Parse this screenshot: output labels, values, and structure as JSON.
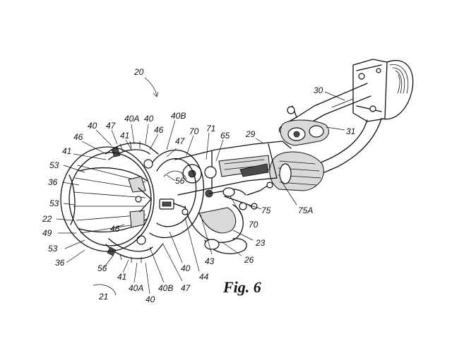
{
  "figure": {
    "caption": "Fig. 6",
    "labels": [
      {
        "text": "20"
      },
      {
        "text": "30"
      },
      {
        "text": "29"
      },
      {
        "text": "31"
      },
      {
        "text": "40"
      },
      {
        "text": "47"
      },
      {
        "text": "40A"
      },
      {
        "text": "40"
      },
      {
        "text": "40B"
      },
      {
        "text": "46"
      },
      {
        "text": "41"
      },
      {
        "text": "46"
      },
      {
        "text": "70"
      },
      {
        "text": "71"
      },
      {
        "text": "65"
      },
      {
        "text": "41"
      },
      {
        "text": "47"
      },
      {
        "text": "53"
      },
      {
        "text": "36"
      },
      {
        "text": "56"
      },
      {
        "text": "53"
      },
      {
        "text": "22"
      },
      {
        "text": "49"
      },
      {
        "text": "46"
      },
      {
        "text": "53"
      },
      {
        "text": "36"
      },
      {
        "text": "75"
      },
      {
        "text": "75A"
      },
      {
        "text": "70"
      },
      {
        "text": "23"
      },
      {
        "text": "43"
      },
      {
        "text": "26"
      },
      {
        "text": "40"
      },
      {
        "text": "44"
      },
      {
        "text": "56"
      },
      {
        "text": "41"
      },
      {
        "text": "40A"
      },
      {
        "text": "40B"
      },
      {
        "text": "47"
      },
      {
        "text": "40"
      },
      {
        "text": "21"
      }
    ]
  }
}
